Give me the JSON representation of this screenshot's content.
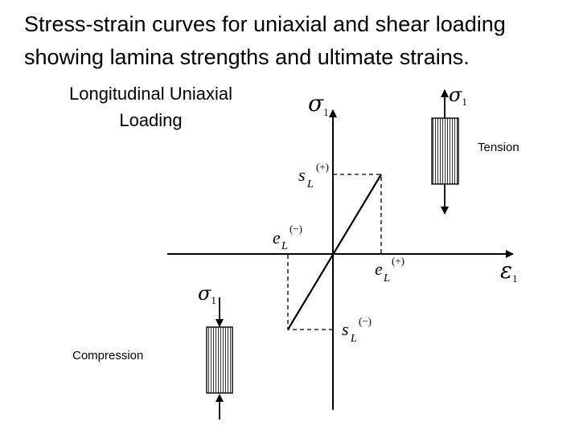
{
  "slide": {
    "title_line1": "Stress-strain  curves for uniaxial and shear loading",
    "title_line2": "showing lamina strengths and ultimate strains.",
    "subtitle_line1": "Longitudinal Uniaxial",
    "subtitle_line2": "Loading"
  },
  "labels": {
    "tension": "Tension",
    "compression": "Compression"
  },
  "math": {
    "sigma": "σ",
    "epsilon": "ε",
    "one": "1",
    "s": "s",
    "e": "e",
    "L": "L",
    "plus": "(+)",
    "minus": "(−)"
  },
  "colors": {
    "line": "#000000",
    "background": "#ffffff"
  }
}
